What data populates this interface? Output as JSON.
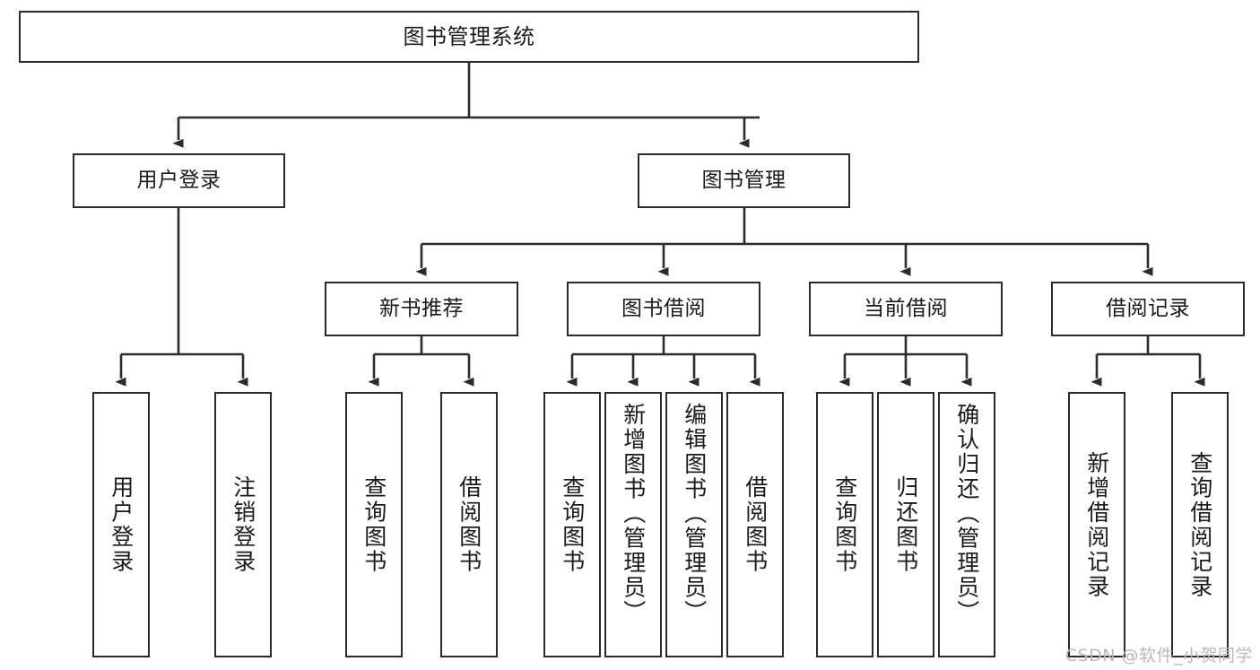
{
  "diagram": {
    "title": "图书管理系统",
    "type": "tree-hierarchy-chart",
    "root": {
      "label": "图书管理系统"
    },
    "level2": [
      {
        "label": "用户登录"
      },
      {
        "label": "图书管理"
      }
    ],
    "level3": [
      {
        "label": "新书推荐"
      },
      {
        "label": "图书借阅"
      },
      {
        "label": "当前借阅"
      },
      {
        "label": "借阅记录"
      }
    ],
    "leaves": {
      "user_login": [
        {
          "label": "用户登录"
        },
        {
          "label": "注销登录"
        }
      ],
      "new_book_recommend": [
        {
          "label": "查询图书"
        },
        {
          "label": "借阅图书"
        }
      ],
      "book_borrow": [
        {
          "label": "查询图书"
        },
        {
          "label": "新增图书（管理员）"
        },
        {
          "label": "编辑图书（管理员）"
        },
        {
          "label": "借阅图书"
        }
      ],
      "current_borrow": [
        {
          "label": "查询图书"
        },
        {
          "label": "归还图书"
        },
        {
          "label": "确认归还（管理员）"
        }
      ],
      "borrow_record": [
        {
          "label": "新增借阅记录"
        },
        {
          "label": "查询借阅记录"
        }
      ]
    }
  },
  "watermark": {
    "text": "CSDN @软件_小贺同学"
  },
  "colors": {
    "border": "#2b2b2b",
    "text": "#1a1a1a",
    "background": "#ffffff",
    "watermark": "#b9b9b9"
  }
}
